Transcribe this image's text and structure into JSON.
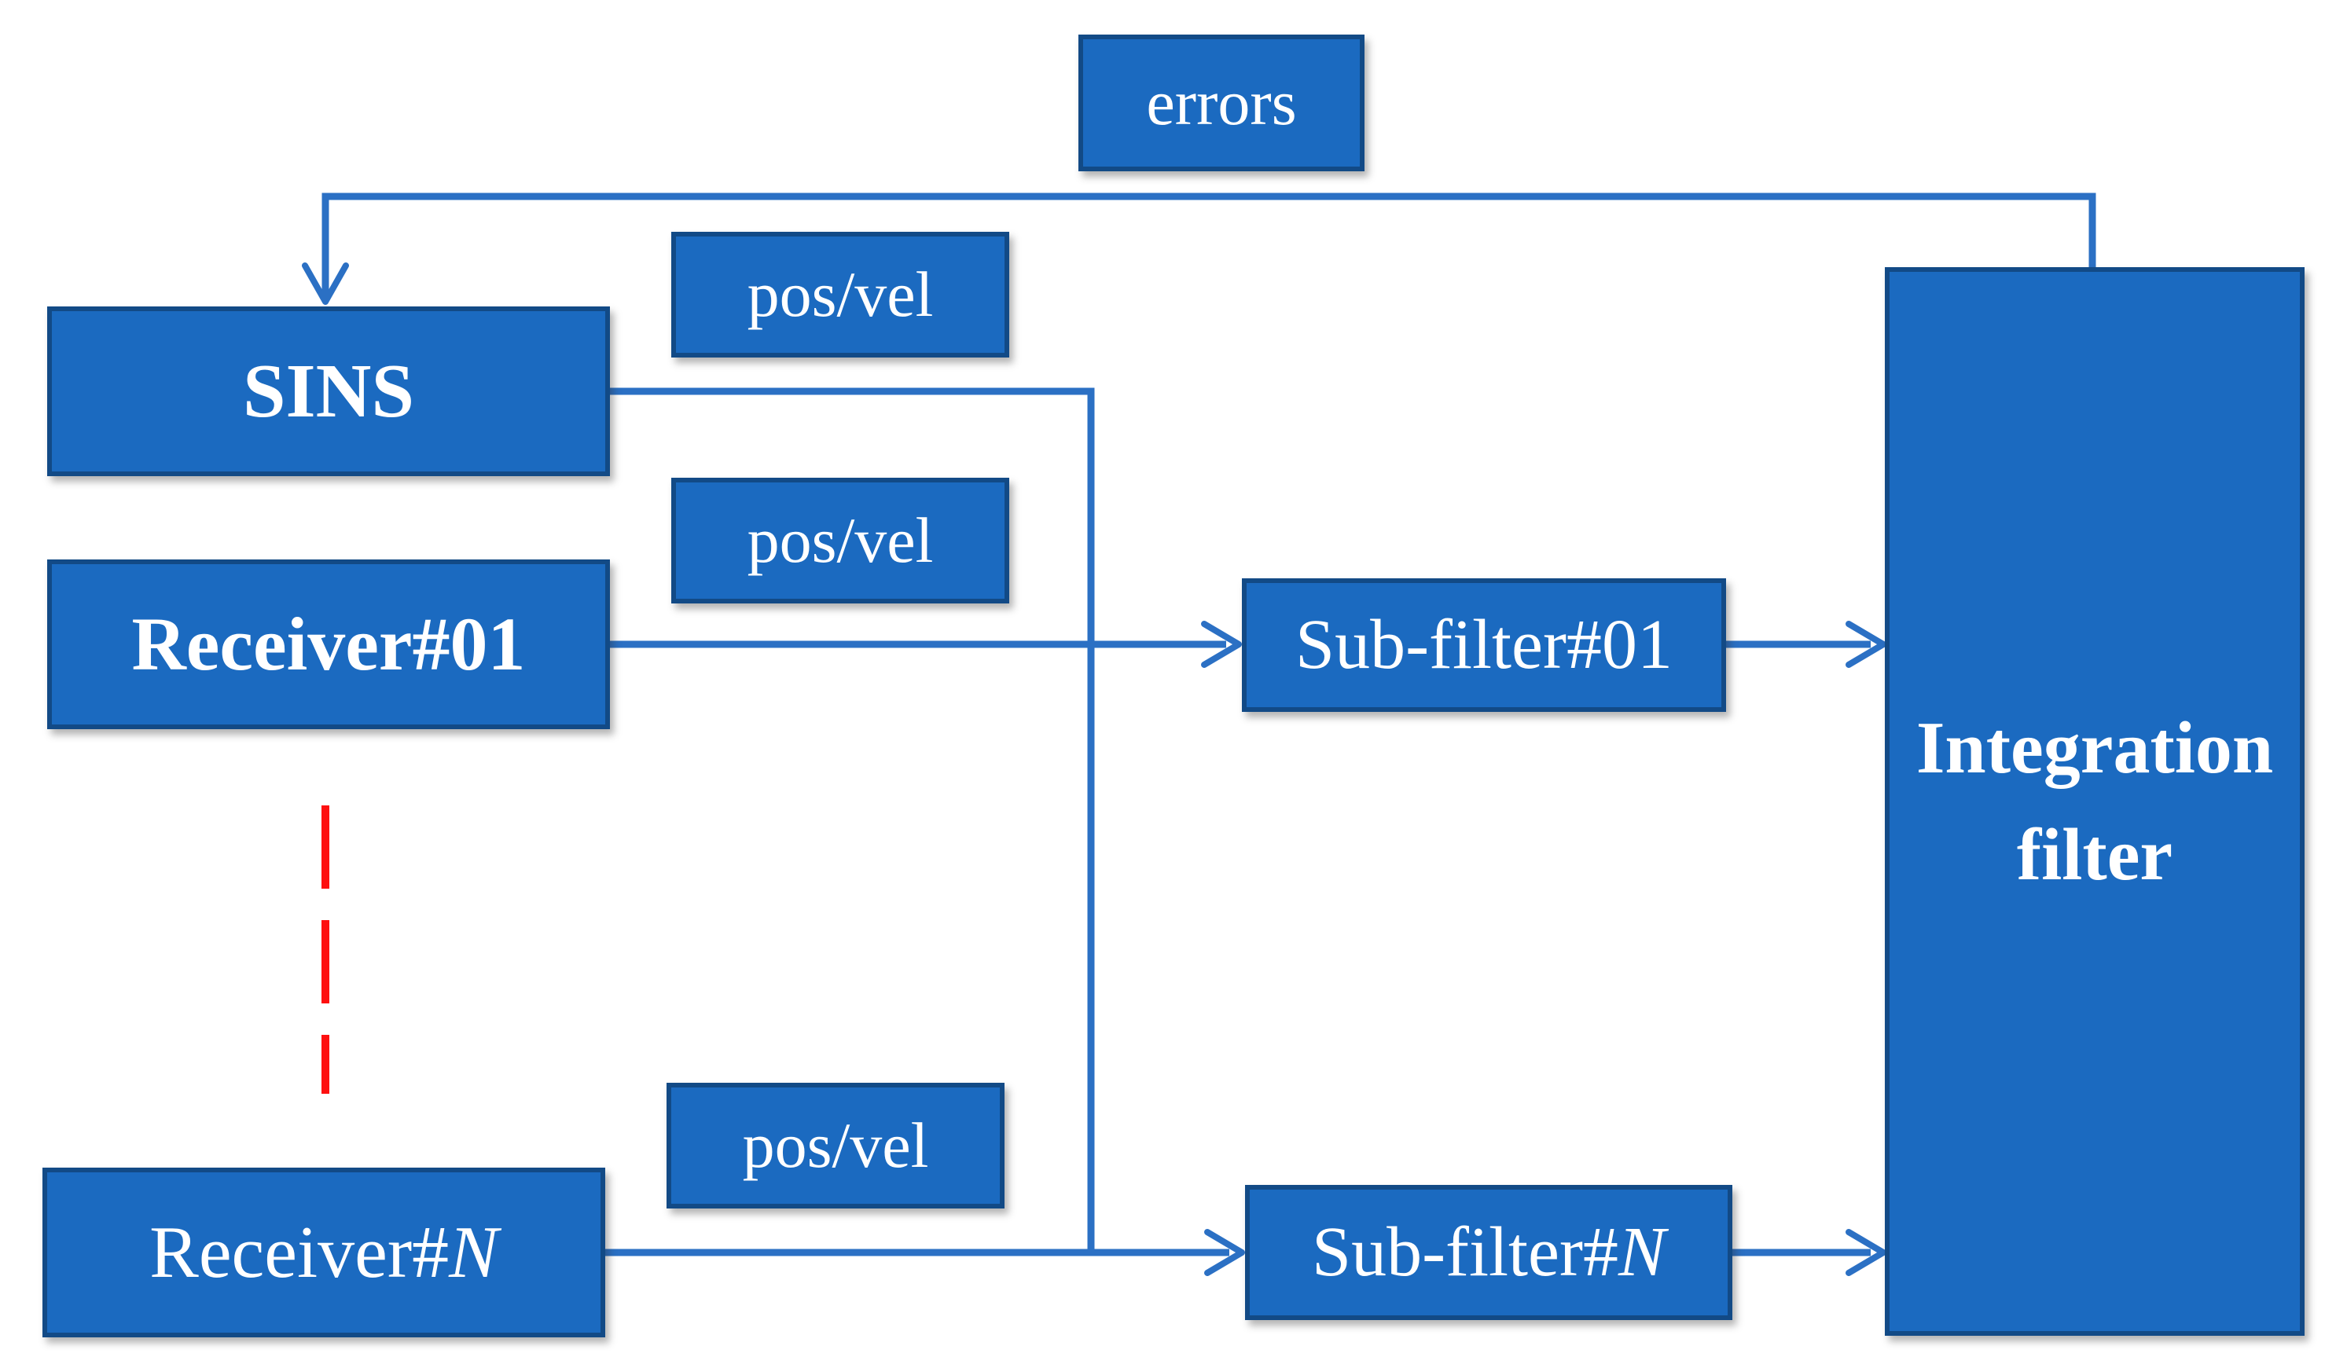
{
  "diagram": {
    "colors": {
      "box_fill": "#1b6ac0",
      "box_border": "#124a86",
      "connector_blue": "#2b70c4",
      "dash_red": "#fe1010",
      "label_text": "#ffffff",
      "background": "#ffffff"
    },
    "nodes": {
      "errors": {
        "label": "errors"
      },
      "sins": {
        "label": "SINS"
      },
      "posvel_top": {
        "label": "pos/vel"
      },
      "posvel_mid": {
        "label": "pos/vel"
      },
      "posvel_bot": {
        "label": "pos/vel"
      },
      "receiver_01": {
        "label": "Receiver#01"
      },
      "receiver_n": {
        "prefix": "Receiver#",
        "italic_suffix": "N"
      },
      "subfilter_01": {
        "label": "Sub-filter#01"
      },
      "subfilter_n": {
        "prefix": "Sub-filter#",
        "italic_suffix": "N"
      },
      "integration": {
        "line1": "Integration",
        "line2": "filter"
      }
    }
  }
}
